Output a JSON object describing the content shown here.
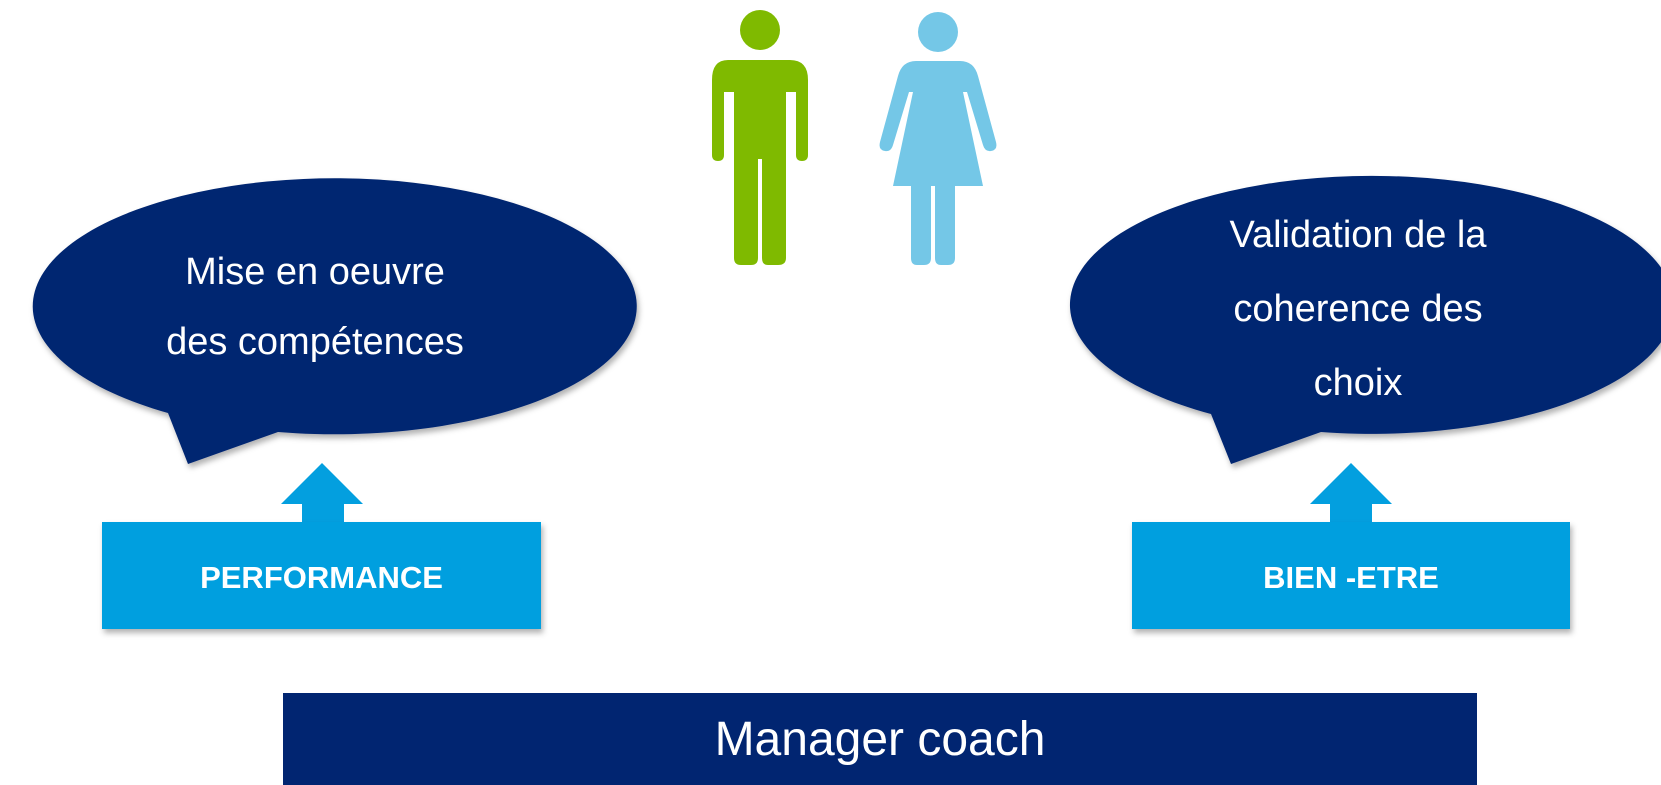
{
  "bubbles": {
    "left": {
      "line1": "Mise en oeuvre",
      "line2": "des compétences"
    },
    "right": {
      "line1": "Validation de la",
      "line2": "coherence des",
      "line3": "choix"
    }
  },
  "boxes": {
    "left": {
      "label": "PERFORMANCE"
    },
    "right": {
      "label": "BIEN -ETRE"
    }
  },
  "manager": {
    "label": "Manager coach"
  },
  "figures": {
    "male": "male-figure-icon",
    "female": "female-figure-icon"
  },
  "colors": {
    "navy": "#012571",
    "box_blue": "#039fdf",
    "male_green": "#7fba00",
    "female_blue": "#74c7e7"
  }
}
